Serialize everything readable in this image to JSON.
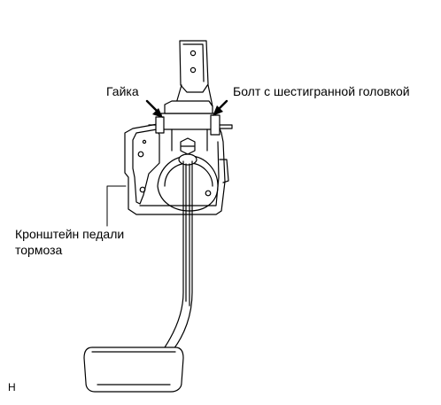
{
  "diagram": {
    "labels": {
      "nut": "Гайка",
      "bolt": "Болт с шестигранной головкой",
      "bracket_line1": "Кронштейн педали",
      "bracket_line2": "тормоза"
    },
    "figure_code": "H"
  }
}
